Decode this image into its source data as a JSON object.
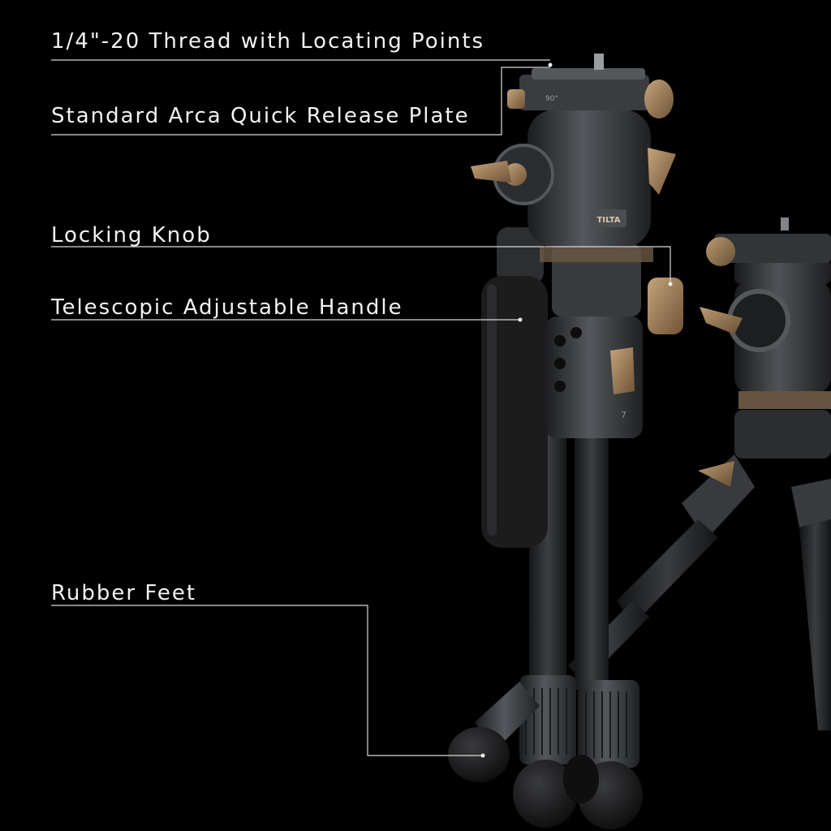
{
  "callouts": {
    "thread": "1/4\"-20 Thread with Locating Points",
    "arca_plate": "Standard Arca Quick Release Plate",
    "locking_knob": "Locking Knob",
    "handle": "Telescopic Adjustable Handle",
    "rubber_feet": "Rubber Feet"
  },
  "product": {
    "brand_badge": "TILTA",
    "leg_number": "7",
    "plate_marking": "90°"
  },
  "colors": {
    "background": "#000000",
    "label_text": "#f2f2f2",
    "leader_line": "#d9d9d9",
    "metal_dark": "#2a2c2e",
    "metal_mid": "#4a4d50",
    "accent_bronze": "#9a7a52"
  }
}
